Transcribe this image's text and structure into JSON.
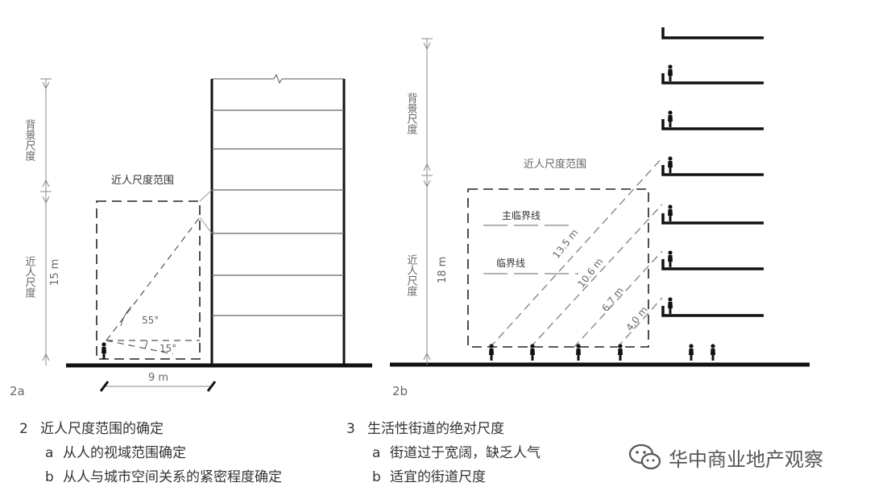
{
  "colors": {
    "ink": "#111111",
    "gray": "#888888",
    "label": "#666666",
    "text": "#333333"
  },
  "figure_a": {
    "panel_id": "2a",
    "zone_label": "近人尺度范围",
    "dim_background": "背景尺度",
    "dim_near": "近人尺度",
    "dim_near_height": "15 m",
    "angle_upper": "55°",
    "angle_lower": "15°",
    "dim_width": "9 m"
  },
  "figure_b": {
    "panel_id": "2b",
    "zone_label": "近人尺度范围",
    "dim_background": "背景尺度",
    "dim_near": "近人尺度",
    "dim_near_height": "18 m",
    "main_boundary": "主临界线",
    "boundary": "临界线",
    "distances": [
      "13.5 m",
      "10.6 m",
      "6.7 m",
      "4.0 m"
    ]
  },
  "captions": {
    "left": {
      "number": "2",
      "title": "近人尺度范围的确定",
      "items": [
        {
          "letter": "a",
          "text": "从人的视域范围确定"
        },
        {
          "letter": "b",
          "text": "从人与城市空间关系的紧密程度确定"
        }
      ]
    },
    "right": {
      "number": "3",
      "title": "生活性街道的绝对尺度",
      "items": [
        {
          "letter": "a",
          "text": "街道过于宽阔，缺乏人气"
        },
        {
          "letter": "b",
          "text": "适宜的街道尺度"
        }
      ]
    }
  },
  "watermark": {
    "text": "华中商业地产观察",
    "icon": "wechat-icon"
  }
}
